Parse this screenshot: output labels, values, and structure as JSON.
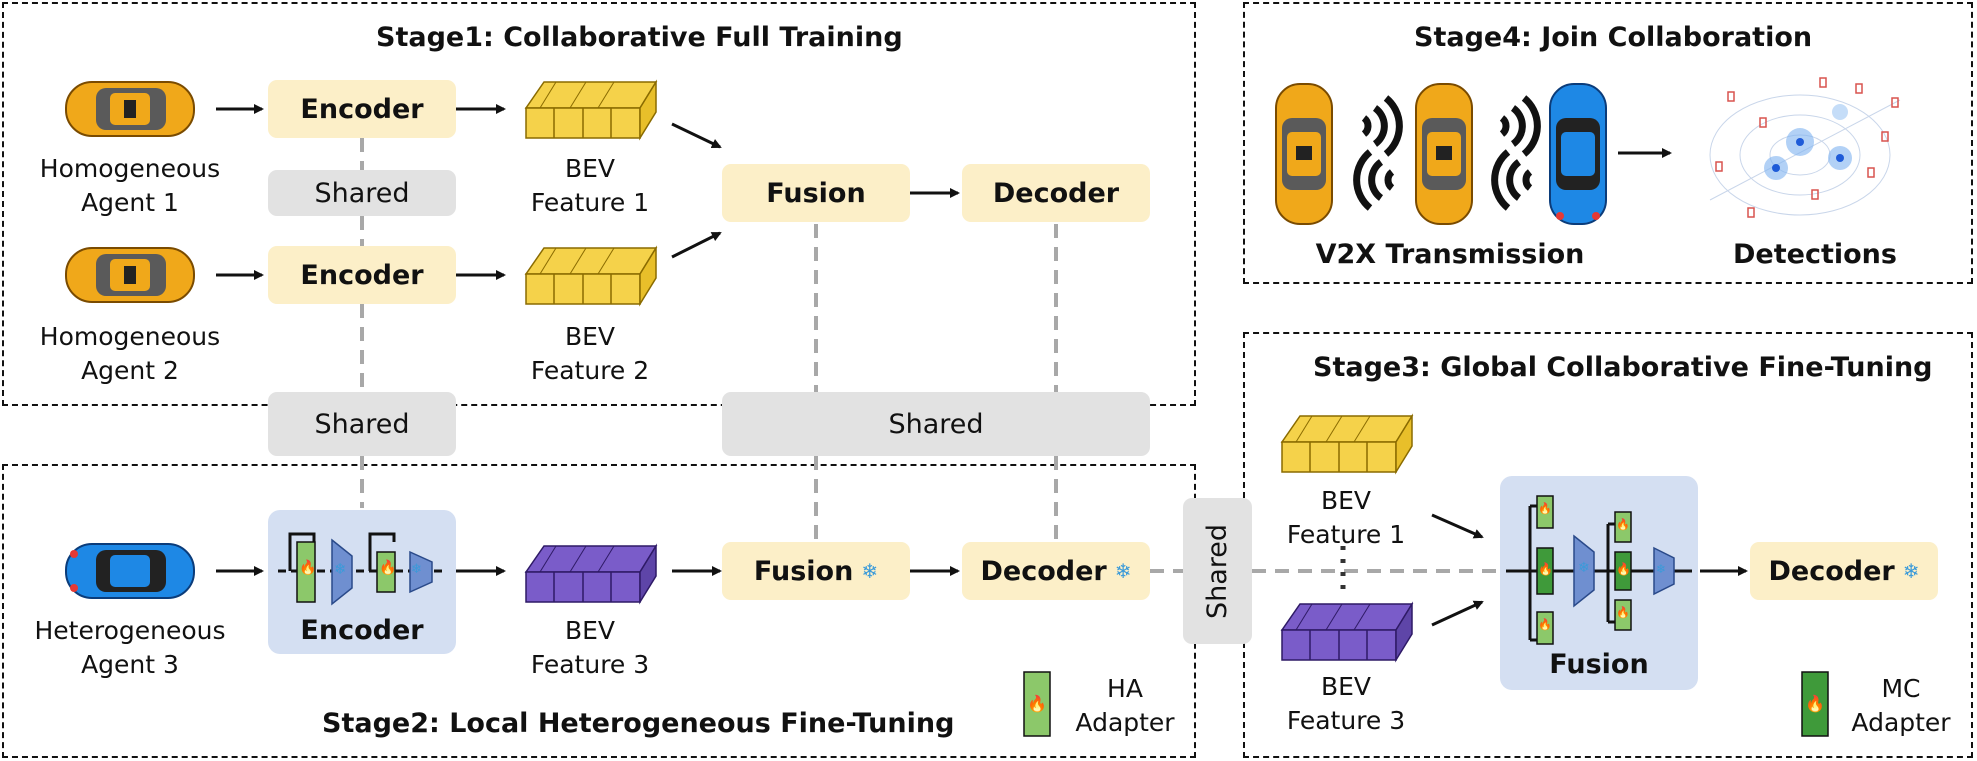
{
  "stage1": {
    "title": "Stage1: Collaborative Full Training",
    "agent1_label": [
      "Homogeneous",
      "Agent 1"
    ],
    "agent2_label": [
      "Homogeneous",
      "Agent 2"
    ],
    "encoder_label": "Encoder",
    "shared_label": "Shared",
    "bev1_label": [
      "BEV",
      "Feature 1"
    ],
    "bev2_label": [
      "BEV",
      "Feature 2"
    ],
    "fusion_label": "Fusion",
    "decoder_label": "Decoder"
  },
  "shared_bridge": {
    "encoder_shared": "Shared",
    "fusion_decoder_shared": "Shared",
    "vertical_shared": "Shared"
  },
  "stage2": {
    "title": "Stage2: Local Heterogeneous Fine-Tuning",
    "agent3_label": [
      "Heterogeneous",
      "Agent 3"
    ],
    "encoder_label": "Encoder",
    "bev3_label": [
      "BEV",
      "Feature 3"
    ],
    "fusion_label": "Fusion",
    "decoder_label": "Decoder",
    "legend_label": [
      "HA",
      "Adapter"
    ]
  },
  "stage3": {
    "title": "Stage3: Global Collaborative Fine-Tuning",
    "bev1_label": [
      "BEV",
      "Feature 1"
    ],
    "bev3_label": [
      "BEV",
      "Feature 3"
    ],
    "fusion_label": "Fusion",
    "decoder_label": "Decoder",
    "legend_label": [
      "MC",
      "Adapter"
    ]
  },
  "stage4": {
    "title": "Stage4: Join Collaboration",
    "v2x_label": "V2X Transmission",
    "detections_label": "Detections"
  },
  "colors": {
    "yellow_box": "#fcefc8",
    "grey_box": "#e2e2e2",
    "blue_box": "#d4dff2",
    "bev_yellow": "#f5d24a",
    "bev_purple": "#7a5cc9",
    "adapter_green": "#8cc86a",
    "car_yellow": "#f0a81a",
    "car_blue": "#1e88e5"
  },
  "icons": [
    "car-icon",
    "wifi-signal-icon",
    "fire-icon",
    "snowflake-icon",
    "point-cloud-icon"
  ]
}
